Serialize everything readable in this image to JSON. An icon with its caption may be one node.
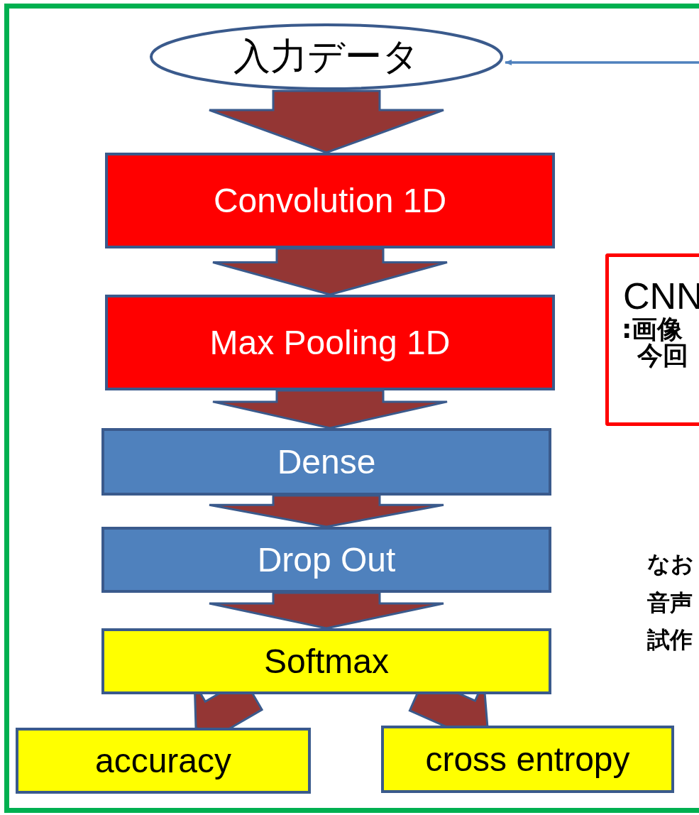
{
  "diagram": {
    "nodes": [
      {
        "text": [
          "入力データ"
        ]
      },
      {
        "text": [
          "Convolution 1D"
        ]
      },
      {
        "text": [
          "Max Pooling 1D"
        ]
      },
      {
        "text": [
          "Dense"
        ]
      },
      {
        "text": [
          "Drop Out"
        ]
      },
      {
        "text": [
          "Softmax"
        ]
      },
      {
        "text": [
          "accuracy"
        ]
      },
      {
        "text": [
          "cross entropy"
        ]
      },
      {
        "text": [
          "CNN",
          ":画像",
          "今回"
        ]
      }
    ],
    "edges": [
      {
        "from": null,
        "to": 0,
        "arrow": "to"
      },
      {
        "from": 0,
        "to": 1,
        "arrow": "to"
      },
      {
        "from": 1,
        "to": 2,
        "arrow": "to"
      },
      {
        "from": 2,
        "to": 3,
        "arrow": "to"
      },
      {
        "from": 3,
        "to": 4,
        "arrow": "to"
      },
      {
        "from": 4,
        "to": 5,
        "arrow": "to"
      },
      {
        "from": 5,
        "to": 6,
        "arrow": "to"
      },
      {
        "from": 5,
        "to": 7,
        "arrow": "to"
      }
    ],
    "labels": [
      "なお",
      "音声",
      "試作"
    ]
  }
}
